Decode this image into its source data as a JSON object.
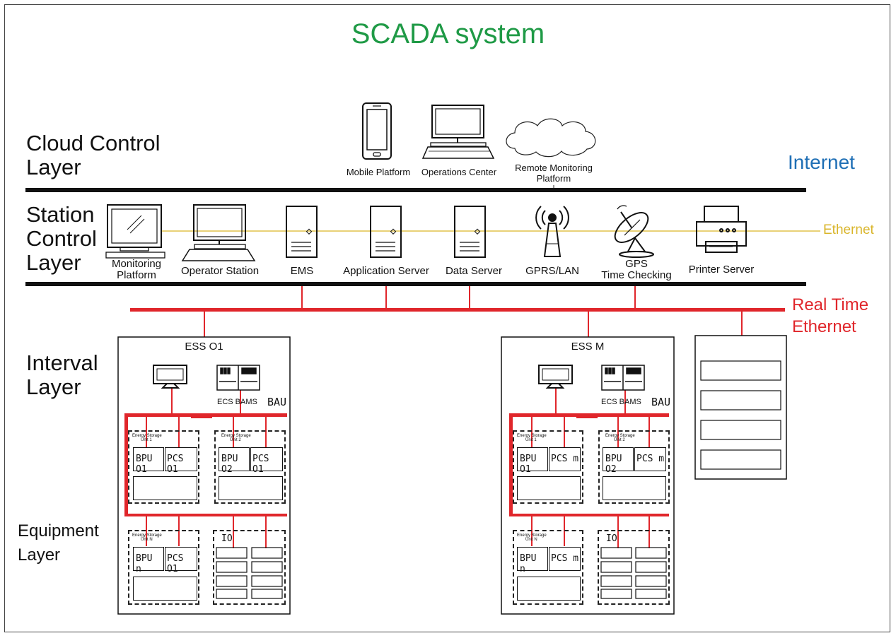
{
  "title": "SCADA system",
  "layers": {
    "cloud": [
      "Cloud Control",
      "Layer"
    ],
    "station": [
      "Station",
      "Control",
      "Layer"
    ],
    "interval": [
      "Interval",
      "Layer"
    ],
    "equipment": [
      "Equipment",
      "Layer"
    ]
  },
  "networks": {
    "internet": "Internet",
    "ethernet": "Ethernet",
    "realtime": [
      "Real Time",
      "Ethernet"
    ]
  },
  "cloud_devices": {
    "mobile": "Mobile Platform",
    "operations": "Operations Center",
    "remote": [
      "Remote Monitoring",
      "Platform"
    ]
  },
  "station_devices": {
    "monitoring": [
      "Monitoring",
      "Platform"
    ],
    "operator": "Operator Station",
    "ems": "EMS",
    "app_server": "Application Server",
    "data_server": "Data Server",
    "gprs": "GPRS/LAN",
    "gps": [
      "GPS",
      "Time Checking"
    ],
    "printer": "Printer Server"
  },
  "ess1": {
    "title": "ESS O1",
    "ecs_bams": "ECS BAMS",
    "bau": "BAU",
    "unit1": [
      "Energy Storage",
      "Unit 1"
    ],
    "unit2": [
      "Energy Storage",
      "Unit 2"
    ],
    "unitN": [
      "Energy Storage",
      "Unit N"
    ],
    "bpu1": "BPU O1",
    "pcs1": "PCS O1",
    "bpu2": "BPU O2",
    "pcs2": "PCS O1",
    "bpuN": "BPU n",
    "pcsN": "PCS O1",
    "io": "IO"
  },
  "essM": {
    "title": "ESS M",
    "ecs_bams": "ECS BAMS",
    "bau": "BAU",
    "unit1": [
      "Energy Storage",
      "Unit 1"
    ],
    "unit2": [
      "Energy Storage",
      "Unit 2"
    ],
    "unitN": [
      "Energy Storage",
      "Unit N"
    ],
    "bpu1": "BPU O1",
    "pcs1": "PCS m",
    "bpu2": "BPU O2",
    "pcs2": "PCS m",
    "bpuN": "BPU n",
    "pcsN": "PCS m",
    "io": "IO"
  },
  "colors": {
    "title": "#1f9a46",
    "internet": "#1f6fb5",
    "ethernet": "#d9b52a",
    "realtime": "#e0262b"
  }
}
